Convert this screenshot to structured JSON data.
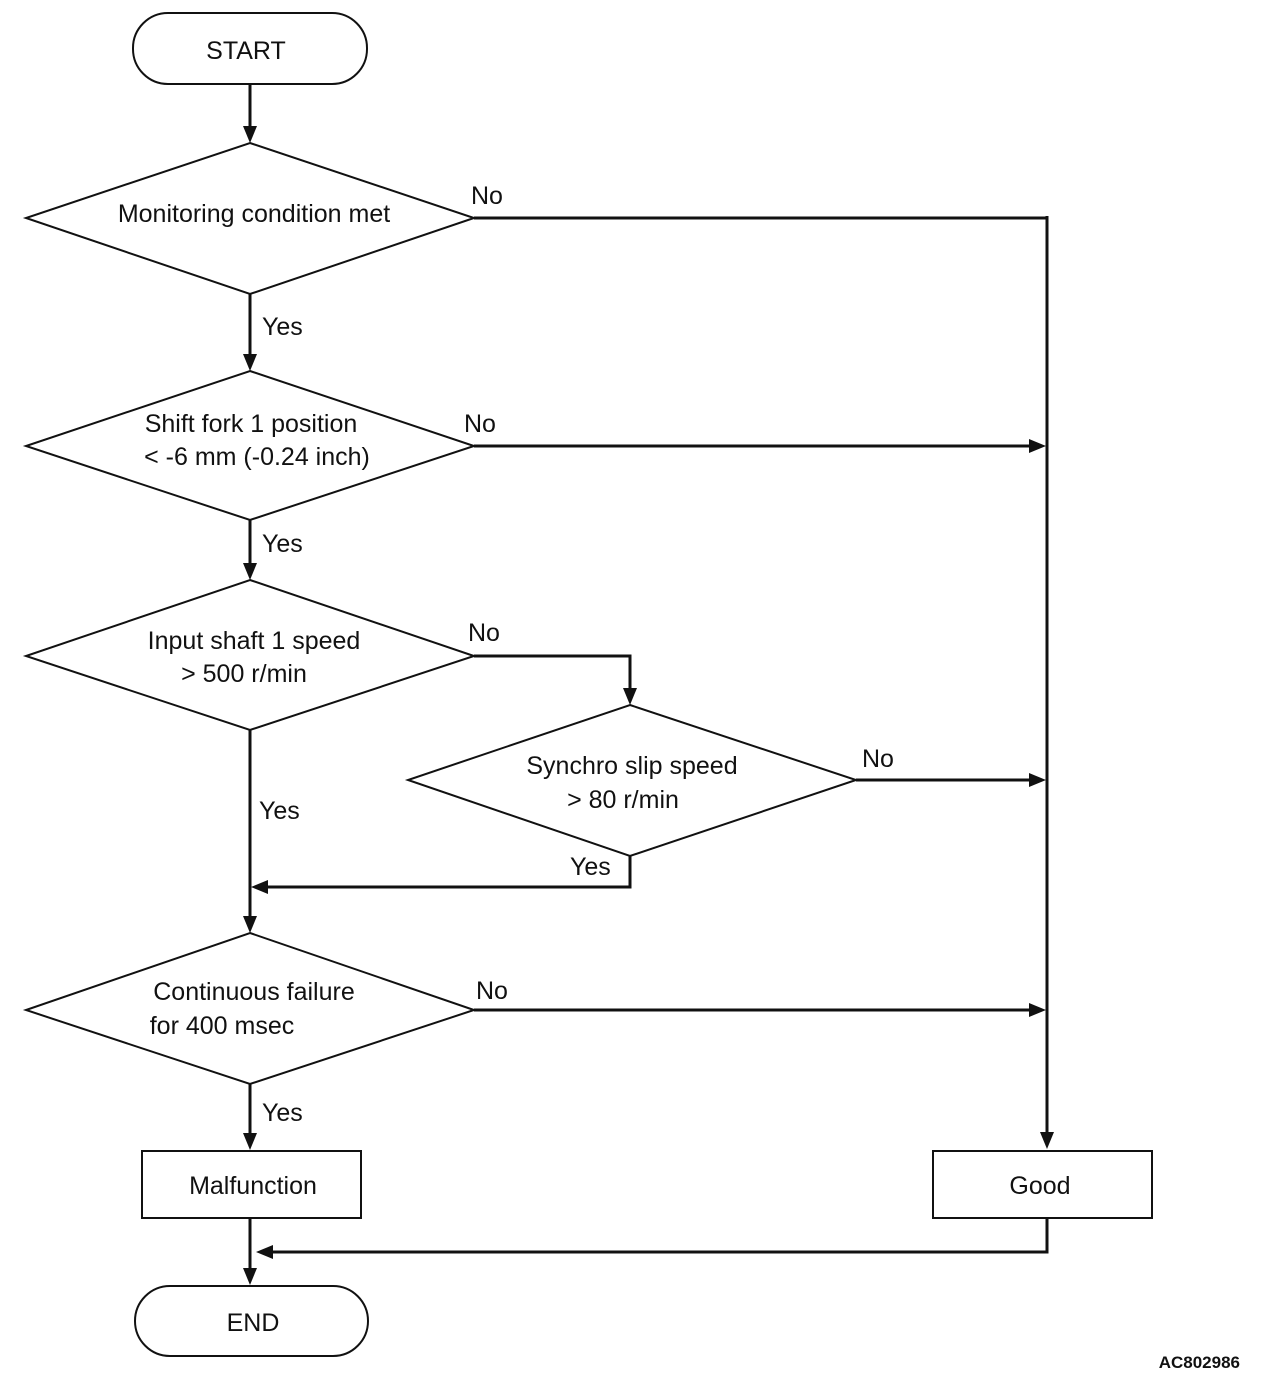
{
  "nodes": {
    "start": "START",
    "decision1": "Monitoring condition met",
    "decision2": [
      "Shift fork 1 position",
      "< -6 mm (-0.24 inch)"
    ],
    "decision3": [
      "Input shaft 1 speed",
      "> 500 r/min"
    ],
    "decision4": [
      "Synchro slip speed",
      "> 80 r/min"
    ],
    "decision5": [
      "Continuous failure",
      "for 400 msec"
    ],
    "malfunction": "Malfunction",
    "good": "Good",
    "end": "END"
  },
  "edges": {
    "d1_no": "No",
    "d1_yes": "Yes",
    "d2_no": "No",
    "d2_yes": "Yes",
    "d3_no": "No",
    "d3_yes": "Yes",
    "d4_no": "No",
    "d4_yes": "Yes",
    "d5_no": "No",
    "d5_yes": "Yes"
  },
  "reference_code": "AC802986"
}
